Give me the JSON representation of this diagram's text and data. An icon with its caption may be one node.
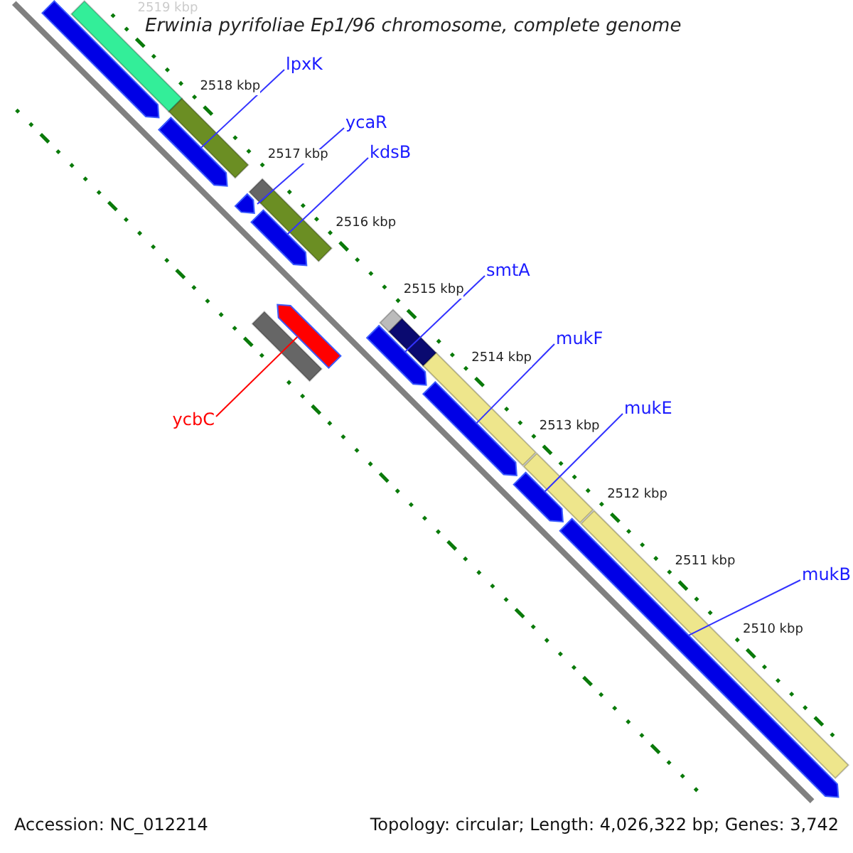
{
  "diagram": {
    "title": "Erwinia pyrifoliae Ep1/96 chromosome, complete genome",
    "nodes": [
      {
        "text": [
          "lpxK"
        ]
      },
      {
        "text": [
          "ycaR"
        ]
      },
      {
        "text": [
          "kdsB"
        ]
      },
      {
        "text": [
          "smtA"
        ]
      },
      {
        "text": [
          "mukF"
        ]
      },
      {
        "text": [
          "mukE"
        ]
      },
      {
        "text": [
          "mukB"
        ]
      },
      {
        "text": [
          "ycbC"
        ]
      },
      {
        "text": [],
        "shape": "arrow"
      },
      {
        "text": [],
        "shape": "arrow"
      },
      {
        "text": [],
        "shape": "arrow"
      },
      {
        "text": [],
        "shape": "arrow"
      },
      {
        "text": [],
        "shape": "arrow"
      },
      {
        "text": [],
        "shape": "arrow"
      },
      {
        "text": [],
        "shape": "arrow"
      },
      {
        "text": [],
        "shape": "arrow"
      },
      {
        "text": [],
        "shape": "arrow"
      },
      {
        "text": [],
        "shape": "bar"
      },
      {
        "text": [],
        "shape": "bar"
      },
      {
        "text": [],
        "shape": "bar"
      },
      {
        "text": [],
        "shape": "bar"
      },
      {
        "text": [],
        "shape": "bar"
      },
      {
        "text": [],
        "shape": "bar"
      },
      {
        "text": [],
        "shape": "bar"
      },
      {
        "text": [],
        "shape": "bar"
      },
      {
        "text": [],
        "shape": "bar"
      },
      {
        "text": [],
        "shape": "bar"
      }
    ],
    "edges": [
      {
        "from": 0,
        "to": 9,
        "arrow": "none"
      },
      {
        "from": 1,
        "to": 10,
        "arrow": "none"
      },
      {
        "from": 2,
        "to": 11,
        "arrow": "none"
      },
      {
        "from": 3,
        "to": 13,
        "arrow": "none"
      },
      {
        "from": 4,
        "to": 14,
        "arrow": "none"
      },
      {
        "from": 5,
        "to": 15,
        "arrow": "none"
      },
      {
        "from": 6,
        "to": 16,
        "arrow": "none"
      },
      {
        "from": 7,
        "to": 12,
        "arrow": "none",
        "color": "#ff0000"
      }
    ],
    "labels": [
      "2519 kbp",
      "2518 kbp",
      "2517 kbp",
      "2516 kbp",
      "2515 kbp",
      "2514 kbp",
      "2513 kbp",
      "2512 kbp",
      "2511 kbp",
      "2510 kbp",
      "Accession: NC_012214",
      "Topology: circular; Length: 4,026,322 bp; Genes: 3,742"
    ]
  }
}
